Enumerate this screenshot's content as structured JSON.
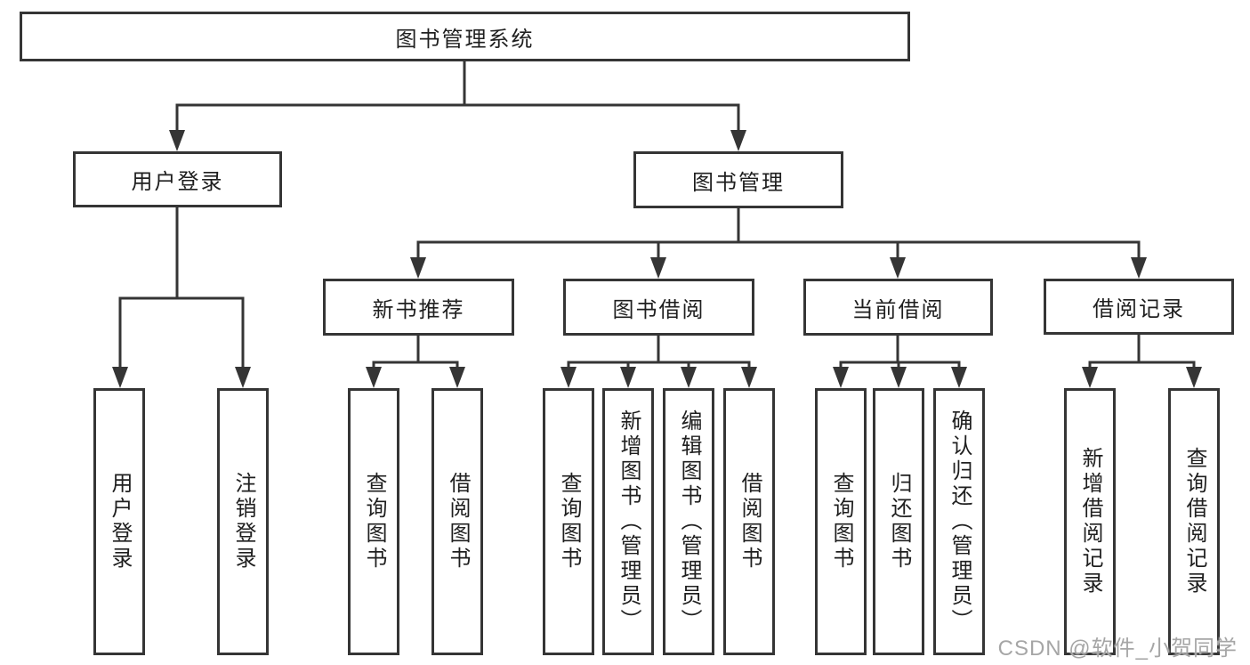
{
  "watermark": "CSDN @软件_小贺同学",
  "colors": {
    "line": "#353535",
    "box_border": "#353535",
    "box_fill": "#ffffff",
    "text": "#1f1f1f",
    "watermark": "#a6a6a6"
  },
  "nodes": {
    "root": {
      "label": "图书管理系统"
    },
    "user_login": {
      "label": "用户登录"
    },
    "book_mgmt": {
      "label": "图书管理"
    },
    "new_book_rec": {
      "label": "新书推荐"
    },
    "book_borrow": {
      "label": "图书借阅"
    },
    "current_borrow": {
      "label": "当前借阅"
    },
    "borrow_record": {
      "label": "借阅记录"
    },
    "leaf_user_login": {
      "label": "用户登录"
    },
    "leaf_logout": {
      "label": "注销登录"
    },
    "leaf_query_book_1": {
      "label": "查询图书"
    },
    "leaf_borrow_book_1": {
      "label": "借阅图书"
    },
    "leaf_query_book_2": {
      "label": "查询图书"
    },
    "leaf_add_book": {
      "label": "新增图书（管理员）"
    },
    "leaf_edit_book": {
      "label": "编辑图书（管理员）"
    },
    "leaf_borrow_book_2": {
      "label": "借阅图书"
    },
    "leaf_query_book_3": {
      "label": "查询图书"
    },
    "leaf_return_book": {
      "label": "归还图书"
    },
    "leaf_confirm_return": {
      "label": "确认归还（管理员）"
    },
    "leaf_add_borrow_record": {
      "label": "新增借阅记录"
    },
    "leaf_query_borrow_record": {
      "label": "查询借阅记录"
    }
  },
  "diagram": {
    "type": "tree",
    "root": {
      "label": "图书管理系统",
      "children": [
        {
          "label": "用户登录",
          "children": [
            {
              "label": "用户登录"
            },
            {
              "label": "注销登录"
            }
          ]
        },
        {
          "label": "图书管理",
          "children": [
            {
              "label": "新书推荐",
              "children": [
                {
                  "label": "查询图书"
                },
                {
                  "label": "借阅图书"
                }
              ]
            },
            {
              "label": "图书借阅",
              "children": [
                {
                  "label": "查询图书"
                },
                {
                  "label": "新增图书（管理员）"
                },
                {
                  "label": "编辑图书（管理员）"
                },
                {
                  "label": "借阅图书"
                }
              ]
            },
            {
              "label": "当前借阅",
              "children": [
                {
                  "label": "查询图书"
                },
                {
                  "label": "归还图书"
                },
                {
                  "label": "确认归还（管理员）"
                }
              ]
            },
            {
              "label": "借阅记录",
              "children": [
                {
                  "label": "新增借阅记录"
                },
                {
                  "label": "查询借阅记录"
                }
              ]
            }
          ]
        }
      ]
    }
  }
}
